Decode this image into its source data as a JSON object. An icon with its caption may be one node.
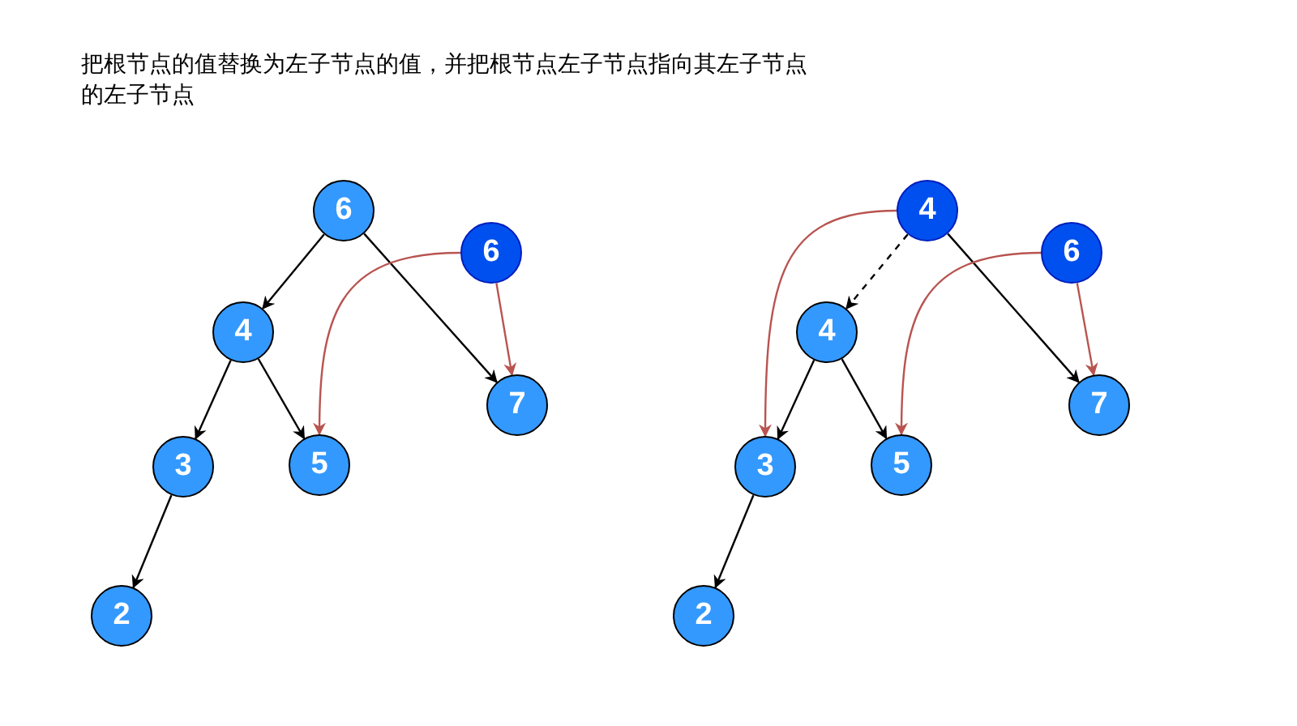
{
  "diagram": {
    "title": "把根节点的值替换为左子节点的值，并把根节点左子节点指向其左子节点的左子节点",
    "nodes": [
      {
        "text": [
          "6"
        ]
      },
      {
        "text": [
          "6"
        ]
      },
      {
        "text": [
          "4"
        ]
      },
      {
        "text": [
          "7"
        ]
      },
      {
        "text": [
          "3"
        ]
      },
      {
        "text": [
          "5"
        ]
      },
      {
        "text": [
          "2"
        ]
      },
      {
        "text": [
          "4"
        ]
      },
      {
        "text": [
          "6"
        ]
      },
      {
        "text": [
          "4"
        ]
      },
      {
        "text": [
          "7"
        ]
      },
      {
        "text": [
          "3"
        ]
      },
      {
        "text": [
          "5"
        ]
      },
      {
        "text": [
          "2"
        ]
      }
    ],
    "edges": [
      {
        "from": 0,
        "to": 2,
        "arrow": "to"
      },
      {
        "from": 0,
        "to": 3,
        "arrow": "to"
      },
      {
        "from": 1,
        "to": 5,
        "arrow": "to",
        "color": "#b85450"
      },
      {
        "from": 1,
        "to": 3,
        "arrow": "to",
        "color": "#b85450"
      },
      {
        "from": 2,
        "to": 4,
        "arrow": "to"
      },
      {
        "from": 2,
        "to": 5,
        "arrow": "to"
      },
      {
        "from": 4,
        "to": 6,
        "arrow": "to"
      },
      {
        "from": 7,
        "to": 9,
        "arrow": "to",
        "style": "dashed"
      },
      {
        "from": 7,
        "to": 10,
        "arrow": "to"
      },
      {
        "from": 7,
        "to": 11,
        "arrow": "to",
        "color": "#b85450"
      },
      {
        "from": 8,
        "to": 12,
        "arrow": "to",
        "color": "#b85450"
      },
      {
        "from": 8,
        "to": 10,
        "arrow": "to",
        "color": "#b85450"
      },
      {
        "from": 9,
        "to": 11,
        "arrow": "to"
      },
      {
        "from": 9,
        "to": 12,
        "arrow": "to"
      },
      {
        "from": 11,
        "to": 13,
        "arrow": "to"
      }
    ]
  }
}
